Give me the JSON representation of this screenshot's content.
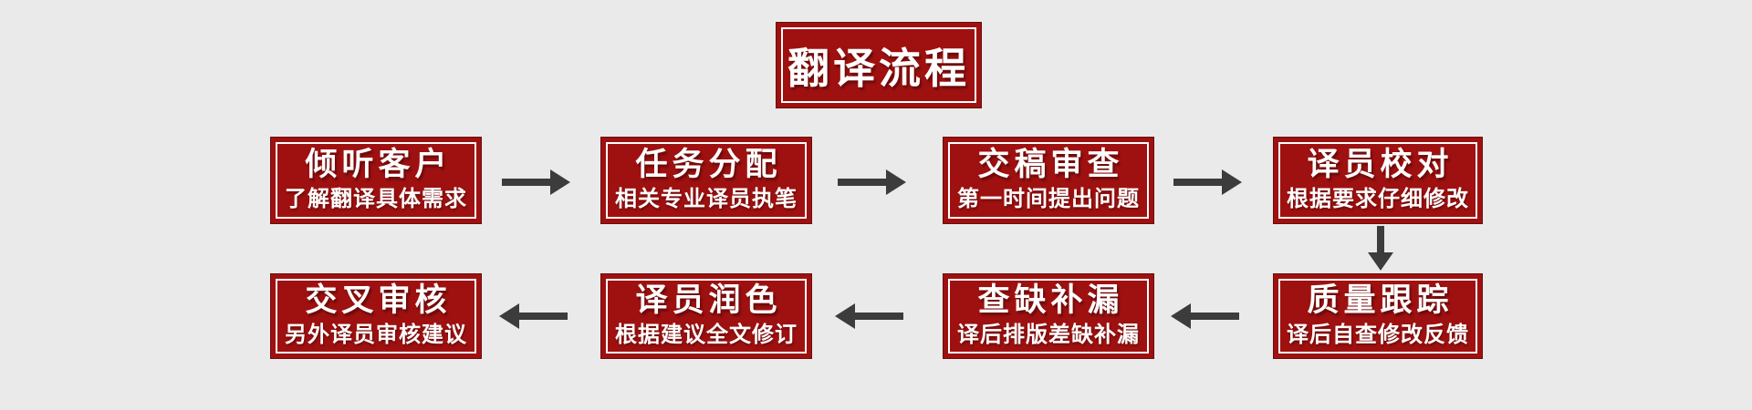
{
  "diagram": {
    "title": "翻译流程",
    "background_color": "#eaeaea",
    "box_color": "#9e1110",
    "box_inner_border_color": "#ffffff",
    "box_outline_color": "#6b0d0d",
    "arrow_color": "#3c3c3c",
    "text_color": "#ffffff"
  },
  "steps": [
    {
      "order": 1,
      "title": "倾听客户",
      "subtitle": "了解翻译具体需求"
    },
    {
      "order": 2,
      "title": "任务分配",
      "subtitle": "相关专业译员执笔"
    },
    {
      "order": 3,
      "title": "交稿审查",
      "subtitle": "第一时间提出问题"
    },
    {
      "order": 4,
      "title": "译员校对",
      "subtitle": "根据要求仔细修改"
    },
    {
      "order": 5,
      "title": "质量跟踪",
      "subtitle": "译后自查修改反馈"
    },
    {
      "order": 6,
      "title": "查缺补漏",
      "subtitle": "译后排版差缺补漏"
    },
    {
      "order": 7,
      "title": "译员润色",
      "subtitle": "根据建议全文修订"
    },
    {
      "order": 8,
      "title": "交叉审核",
      "subtitle": "另外译员审核建议"
    }
  ],
  "connections": [
    {
      "from": "倾听客户",
      "to": "任务分配",
      "direction": "right"
    },
    {
      "from": "任务分配",
      "to": "交稿审查",
      "direction": "right"
    },
    {
      "from": "交稿审查",
      "to": "译员校对",
      "direction": "right"
    },
    {
      "from": "译员校对",
      "to": "质量跟踪",
      "direction": "down"
    },
    {
      "from": "质量跟踪",
      "to": "查缺补漏",
      "direction": "left"
    },
    {
      "from": "查缺补漏",
      "to": "译员润色",
      "direction": "left"
    },
    {
      "from": "译员润色",
      "to": "交叉审核",
      "direction": "left"
    }
  ]
}
